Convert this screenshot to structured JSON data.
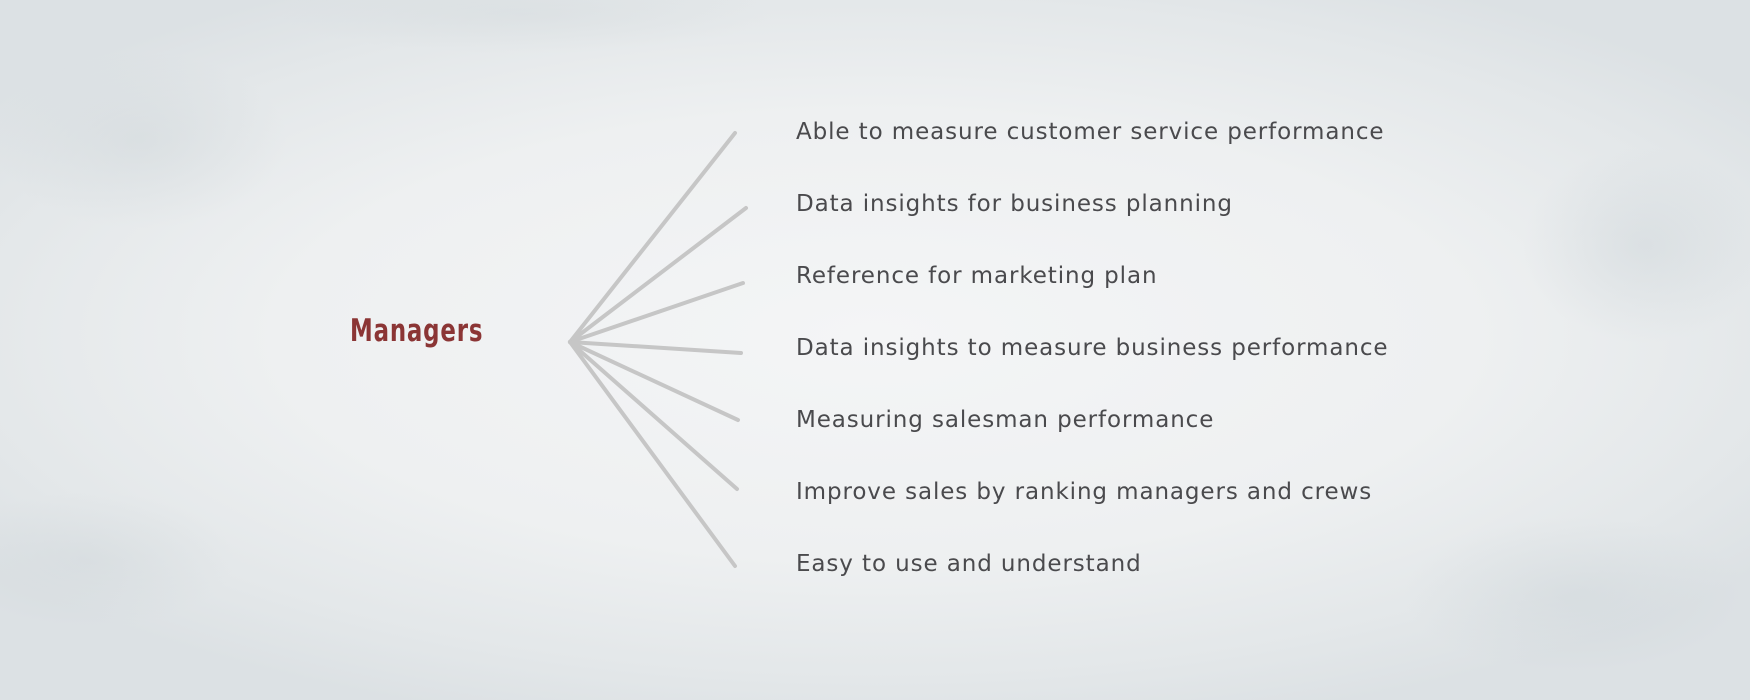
{
  "diagram": {
    "root": "Managers",
    "root_color": "#8b3535",
    "text_color": "#4a4a4d",
    "branch_color": "#c6c6c6",
    "items": [
      "Able to measure customer service performance",
      "Data insights for business planning",
      "Reference for marketing plan",
      "Data insights to measure business performance",
      "Measuring salesman performance",
      "Improve sales by ranking managers and crews",
      "Easy to use and understand"
    ]
  }
}
